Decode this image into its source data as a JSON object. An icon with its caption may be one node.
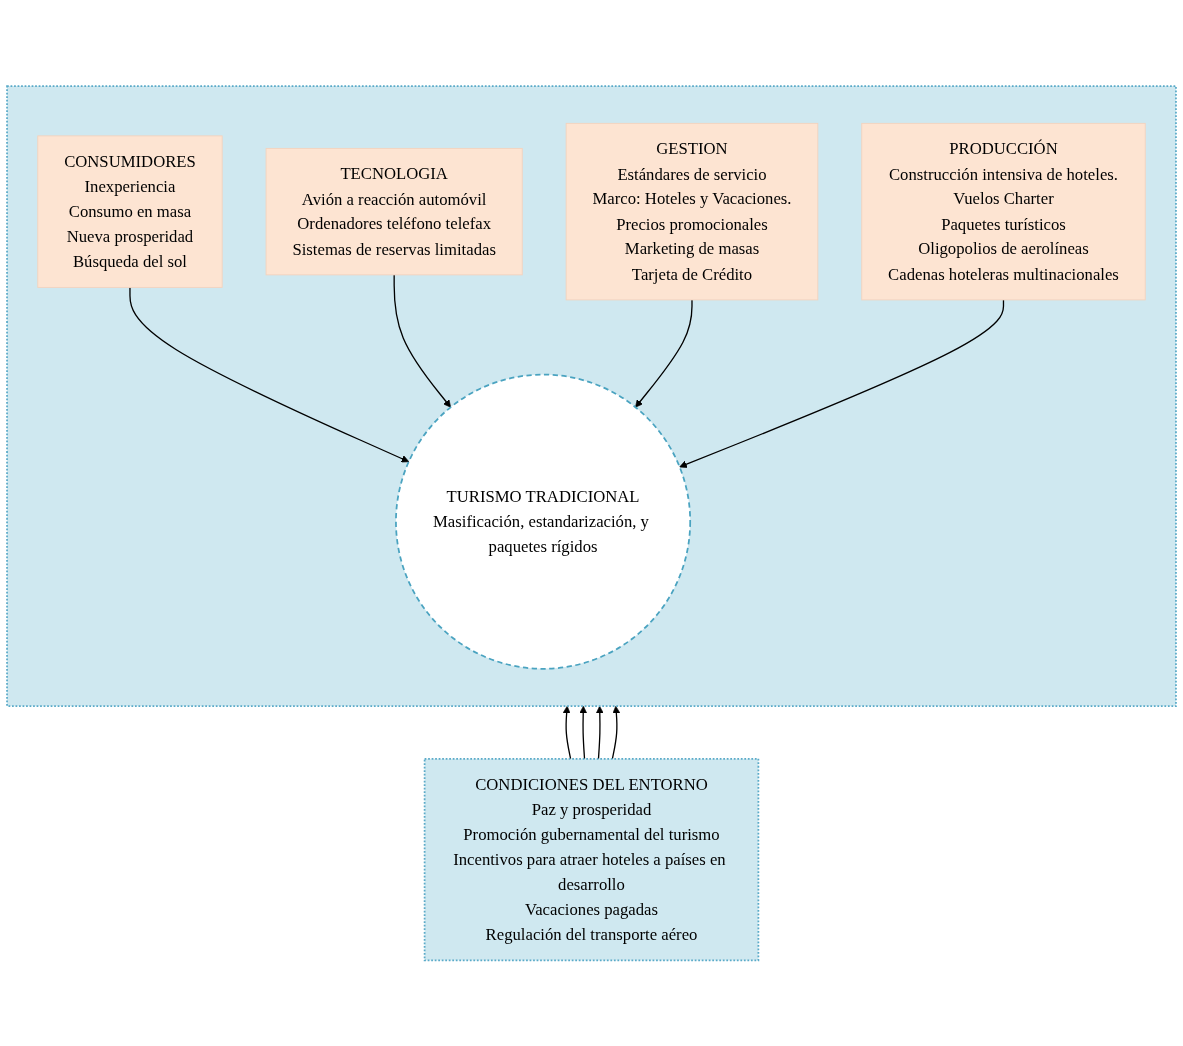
{
  "diagram": {
    "nodes": [
      {
        "text": [],
        "shape": "box"
      },
      {
        "text": [
          "CONSUMIDORES",
          "Inexperiencia",
          "Consumo en masa",
          "Nueva prosperidad",
          "Búsqueda del sol"
        ],
        "in": 0
      },
      {
        "text": [
          "TECNOLOGIA",
          "Avión a reacción automóvil",
          "Ordenadores teléfono telefax",
          "Sistemas de reservas limitadas"
        ],
        "in": 0
      },
      {
        "text": [
          "TURISMO TRADICIONAL",
          "Masificación, estandarización, y paquetes rígidos"
        ],
        "in": 0
      },
      {
        "text": [
          "GESTION",
          "Estándares de servicio",
          "Marco: Hoteles y Vacaciones.",
          "Precios promocionales",
          "Marketing de masas",
          "Tarjeta de Crédito"
        ],
        "in": 0
      },
      {
        "text": [
          "PRODUCCIÓN",
          "Construcción intensiva de hoteles.",
          "Vuelos Charter",
          "Paquetes turísticos",
          "Oligopolios de aerolíneas",
          "Cadenas hoteleras multinacionales"
        ],
        "in": 0
      },
      {
        "text": [
          "CONDICIONES DEL ENTORNO",
          "Paz y prosperidad",
          "Promoción gubernamental del turismo",
          "Incentivos para atraer hoteles a países en desarrollo",
          "Vacaciones pagadas",
          "Regulación del transporte aéreo"
        ]
      }
    ],
    "edges": [
      {
        "from": 1,
        "to": 3,
        "arrow": "to"
      },
      {
        "from": 2,
        "to": 3,
        "arrow": "to"
      },
      {
        "from": 4,
        "to": 3,
        "arrow": "to"
      },
      {
        "from": 5,
        "to": 3,
        "arrow": "to"
      },
      {
        "from": 6,
        "to": 0,
        "arrow": "to"
      },
      {
        "from": 6,
        "to": 0,
        "arrow": "to"
      },
      {
        "from": 6,
        "to": 0,
        "arrow": "to"
      },
      {
        "from": 6,
        "to": 0,
        "arrow": "to"
      }
    ]
  }
}
